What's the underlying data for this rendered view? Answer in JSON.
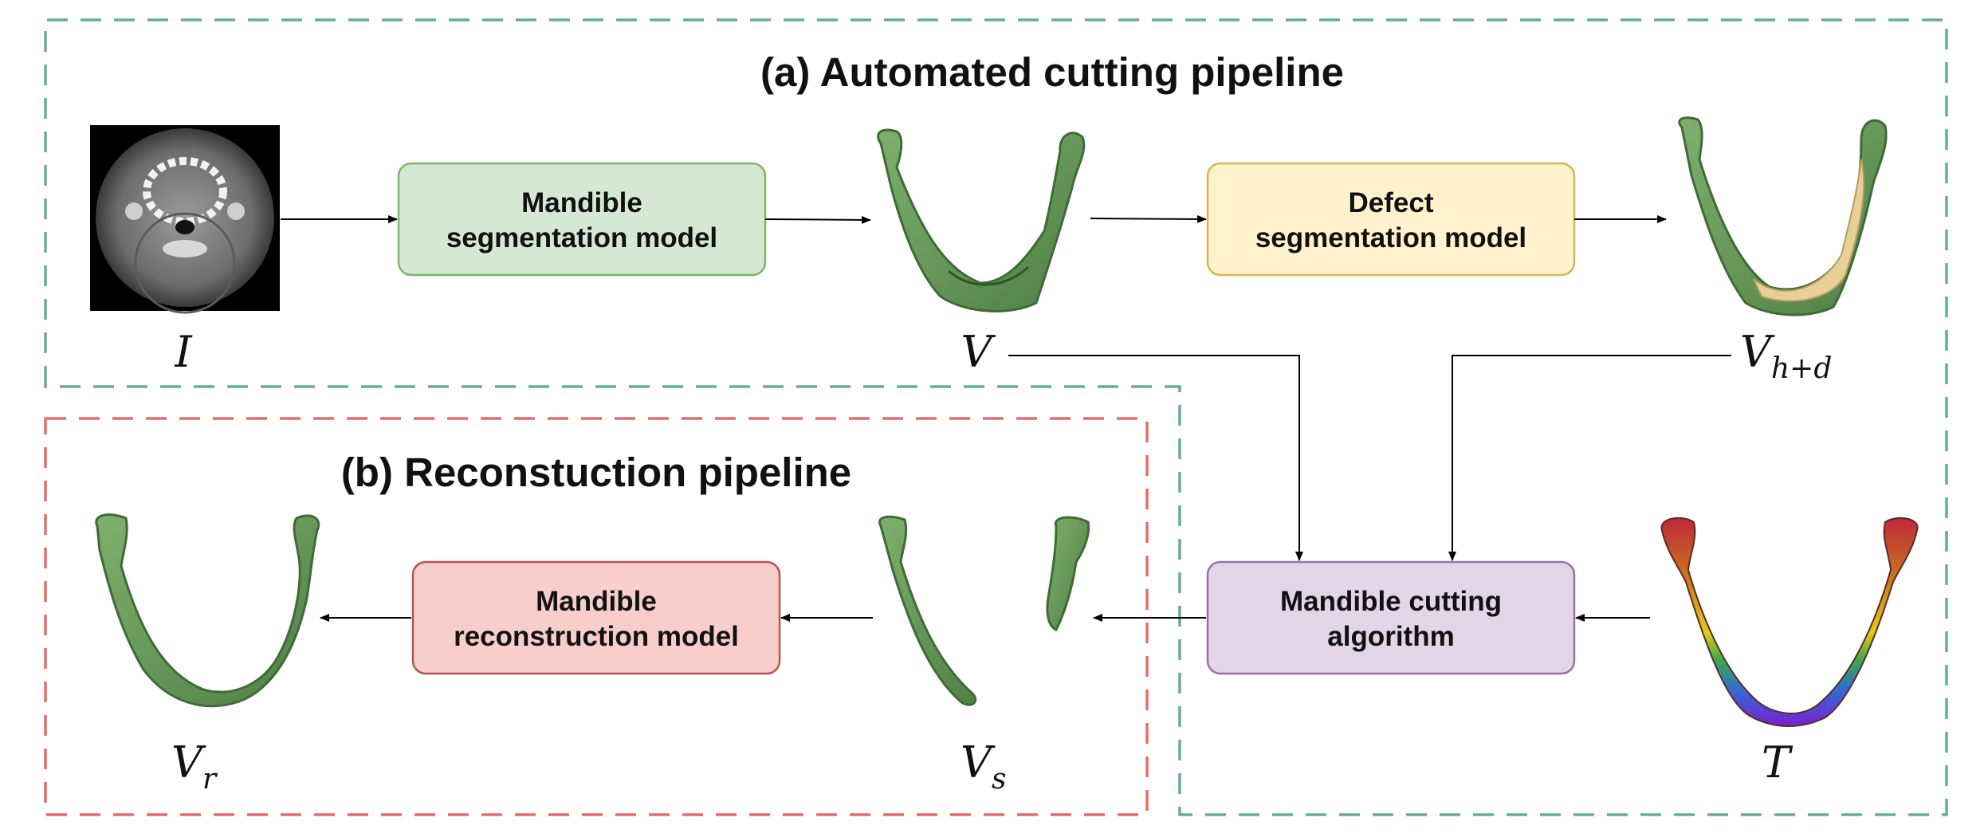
{
  "titles": {
    "a": "(a) Automated cutting pipeline",
    "b": "(b) Reconstuction pipeline"
  },
  "boxes": {
    "mandible_seg": {
      "line1": "Mandible",
      "line2": "segmentation model",
      "fill": "#d5e8d4",
      "stroke": "#82b366"
    },
    "defect_seg": {
      "line1": "Defect",
      "line2": "segmentation model",
      "fill": "#fff2cc",
      "stroke": "#d6b656"
    },
    "cutting": {
      "line1": "Mandible cutting",
      "line2": "algorithm",
      "fill": "#e1d5e7",
      "stroke": "#9673a6"
    },
    "reconstruction": {
      "line1": "Mandible",
      "line2": "reconstruction model",
      "fill": "#f8cecc",
      "stroke": "#b85450"
    }
  },
  "variables": {
    "I": {
      "main": "I",
      "sub": ""
    },
    "V": {
      "main": "V",
      "sub": ""
    },
    "Vhd": {
      "main": "V",
      "sub": "h+d"
    },
    "T": {
      "main": "T",
      "sub": ""
    },
    "Vs": {
      "main": "V",
      "sub": "s"
    },
    "Vr": {
      "main": "V",
      "sub": "r"
    }
  },
  "images": {
    "ct_scan": "ct-scan-image",
    "mandible_V": "mandible-mesh-V",
    "mandible_Vhd": "mandible-mesh-healthy-defect",
    "mandible_T": "mandible-template-colored",
    "mandible_Vs": "mandible-mesh-segmented",
    "mandible_Vr": "mandible-mesh-reconstructed"
  },
  "colors": {
    "frame_a": "#67ab9f",
    "frame_b": "#ea6b66",
    "bone_green": "#6a9a5c",
    "bone_dark": "#3f6b37",
    "defect_tan": "#e8cf95",
    "arrow": "#000000"
  }
}
